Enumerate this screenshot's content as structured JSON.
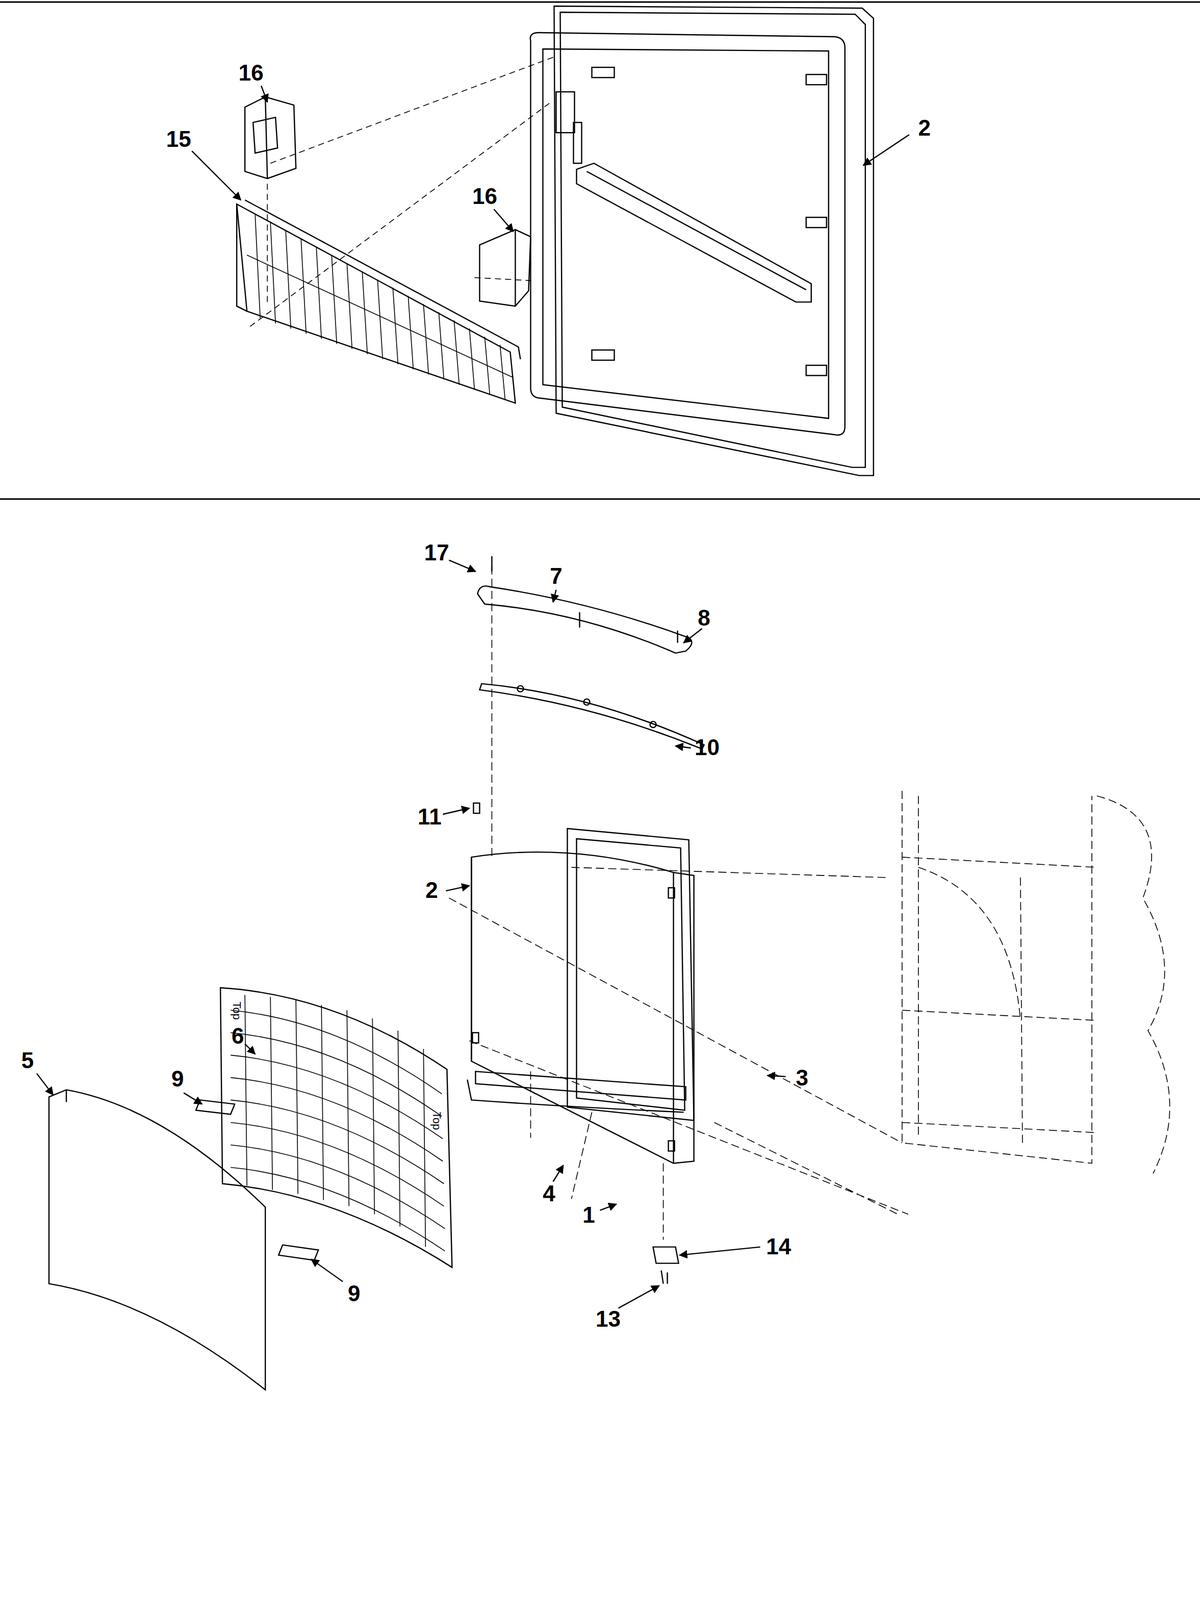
{
  "diagram": {
    "labels": [
      "16",
      "15",
      "2",
      "16",
      "17",
      "7",
      "8",
      "10",
      "11",
      "2",
      "3",
      "6",
      "Top",
      "Top",
      "5",
      "9",
      "4",
      "1",
      "14",
      "9",
      "13"
    ]
  }
}
